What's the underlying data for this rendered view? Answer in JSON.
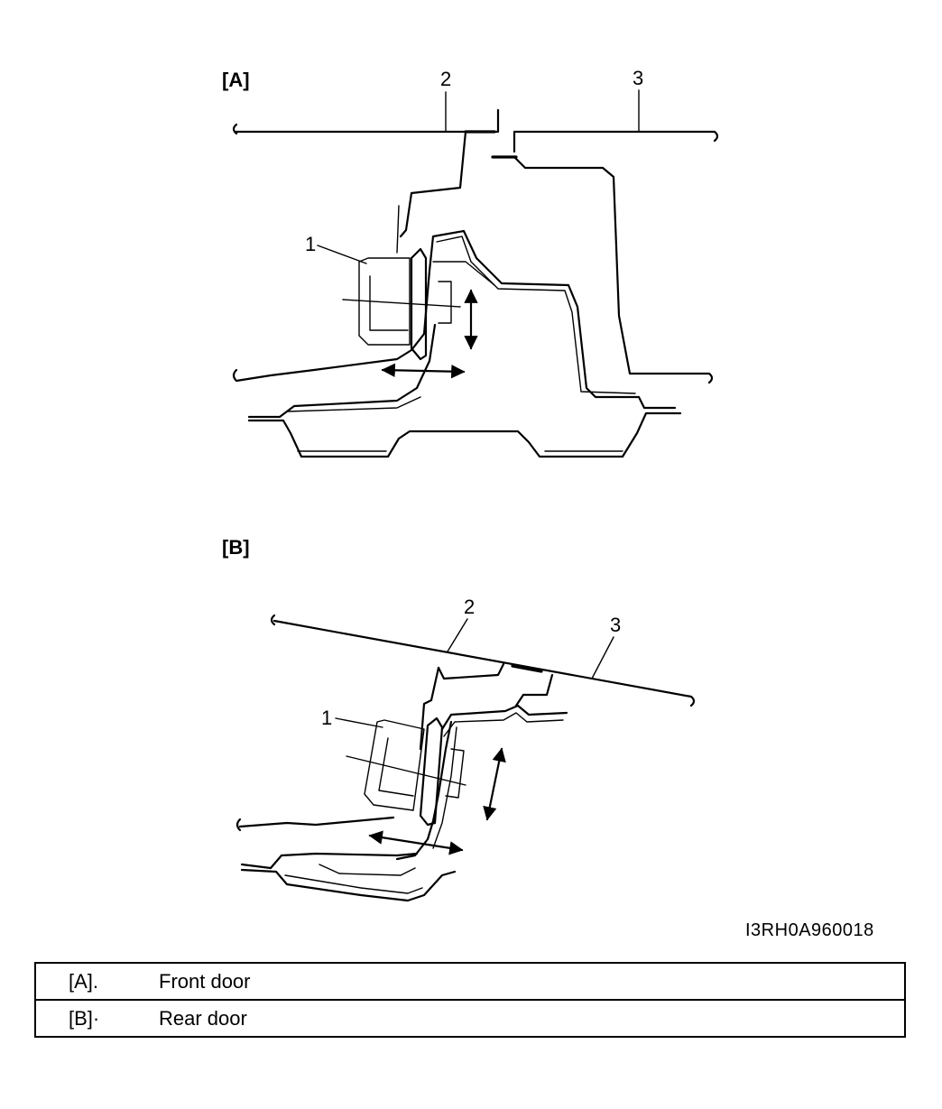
{
  "sections": {
    "a": {
      "label": "[A]",
      "callouts": {
        "c1": "1",
        "c2": "2",
        "c3": "3"
      }
    },
    "b": {
      "label": "[B]",
      "callouts": {
        "c1": "1",
        "c2": "2",
        "c3": "3"
      }
    }
  },
  "figure_id": "I3RH0A960018",
  "legend": [
    {
      "key": "[A].",
      "description": "Front door"
    },
    {
      "key": "[B]·",
      "description": "Rear door"
    }
  ]
}
